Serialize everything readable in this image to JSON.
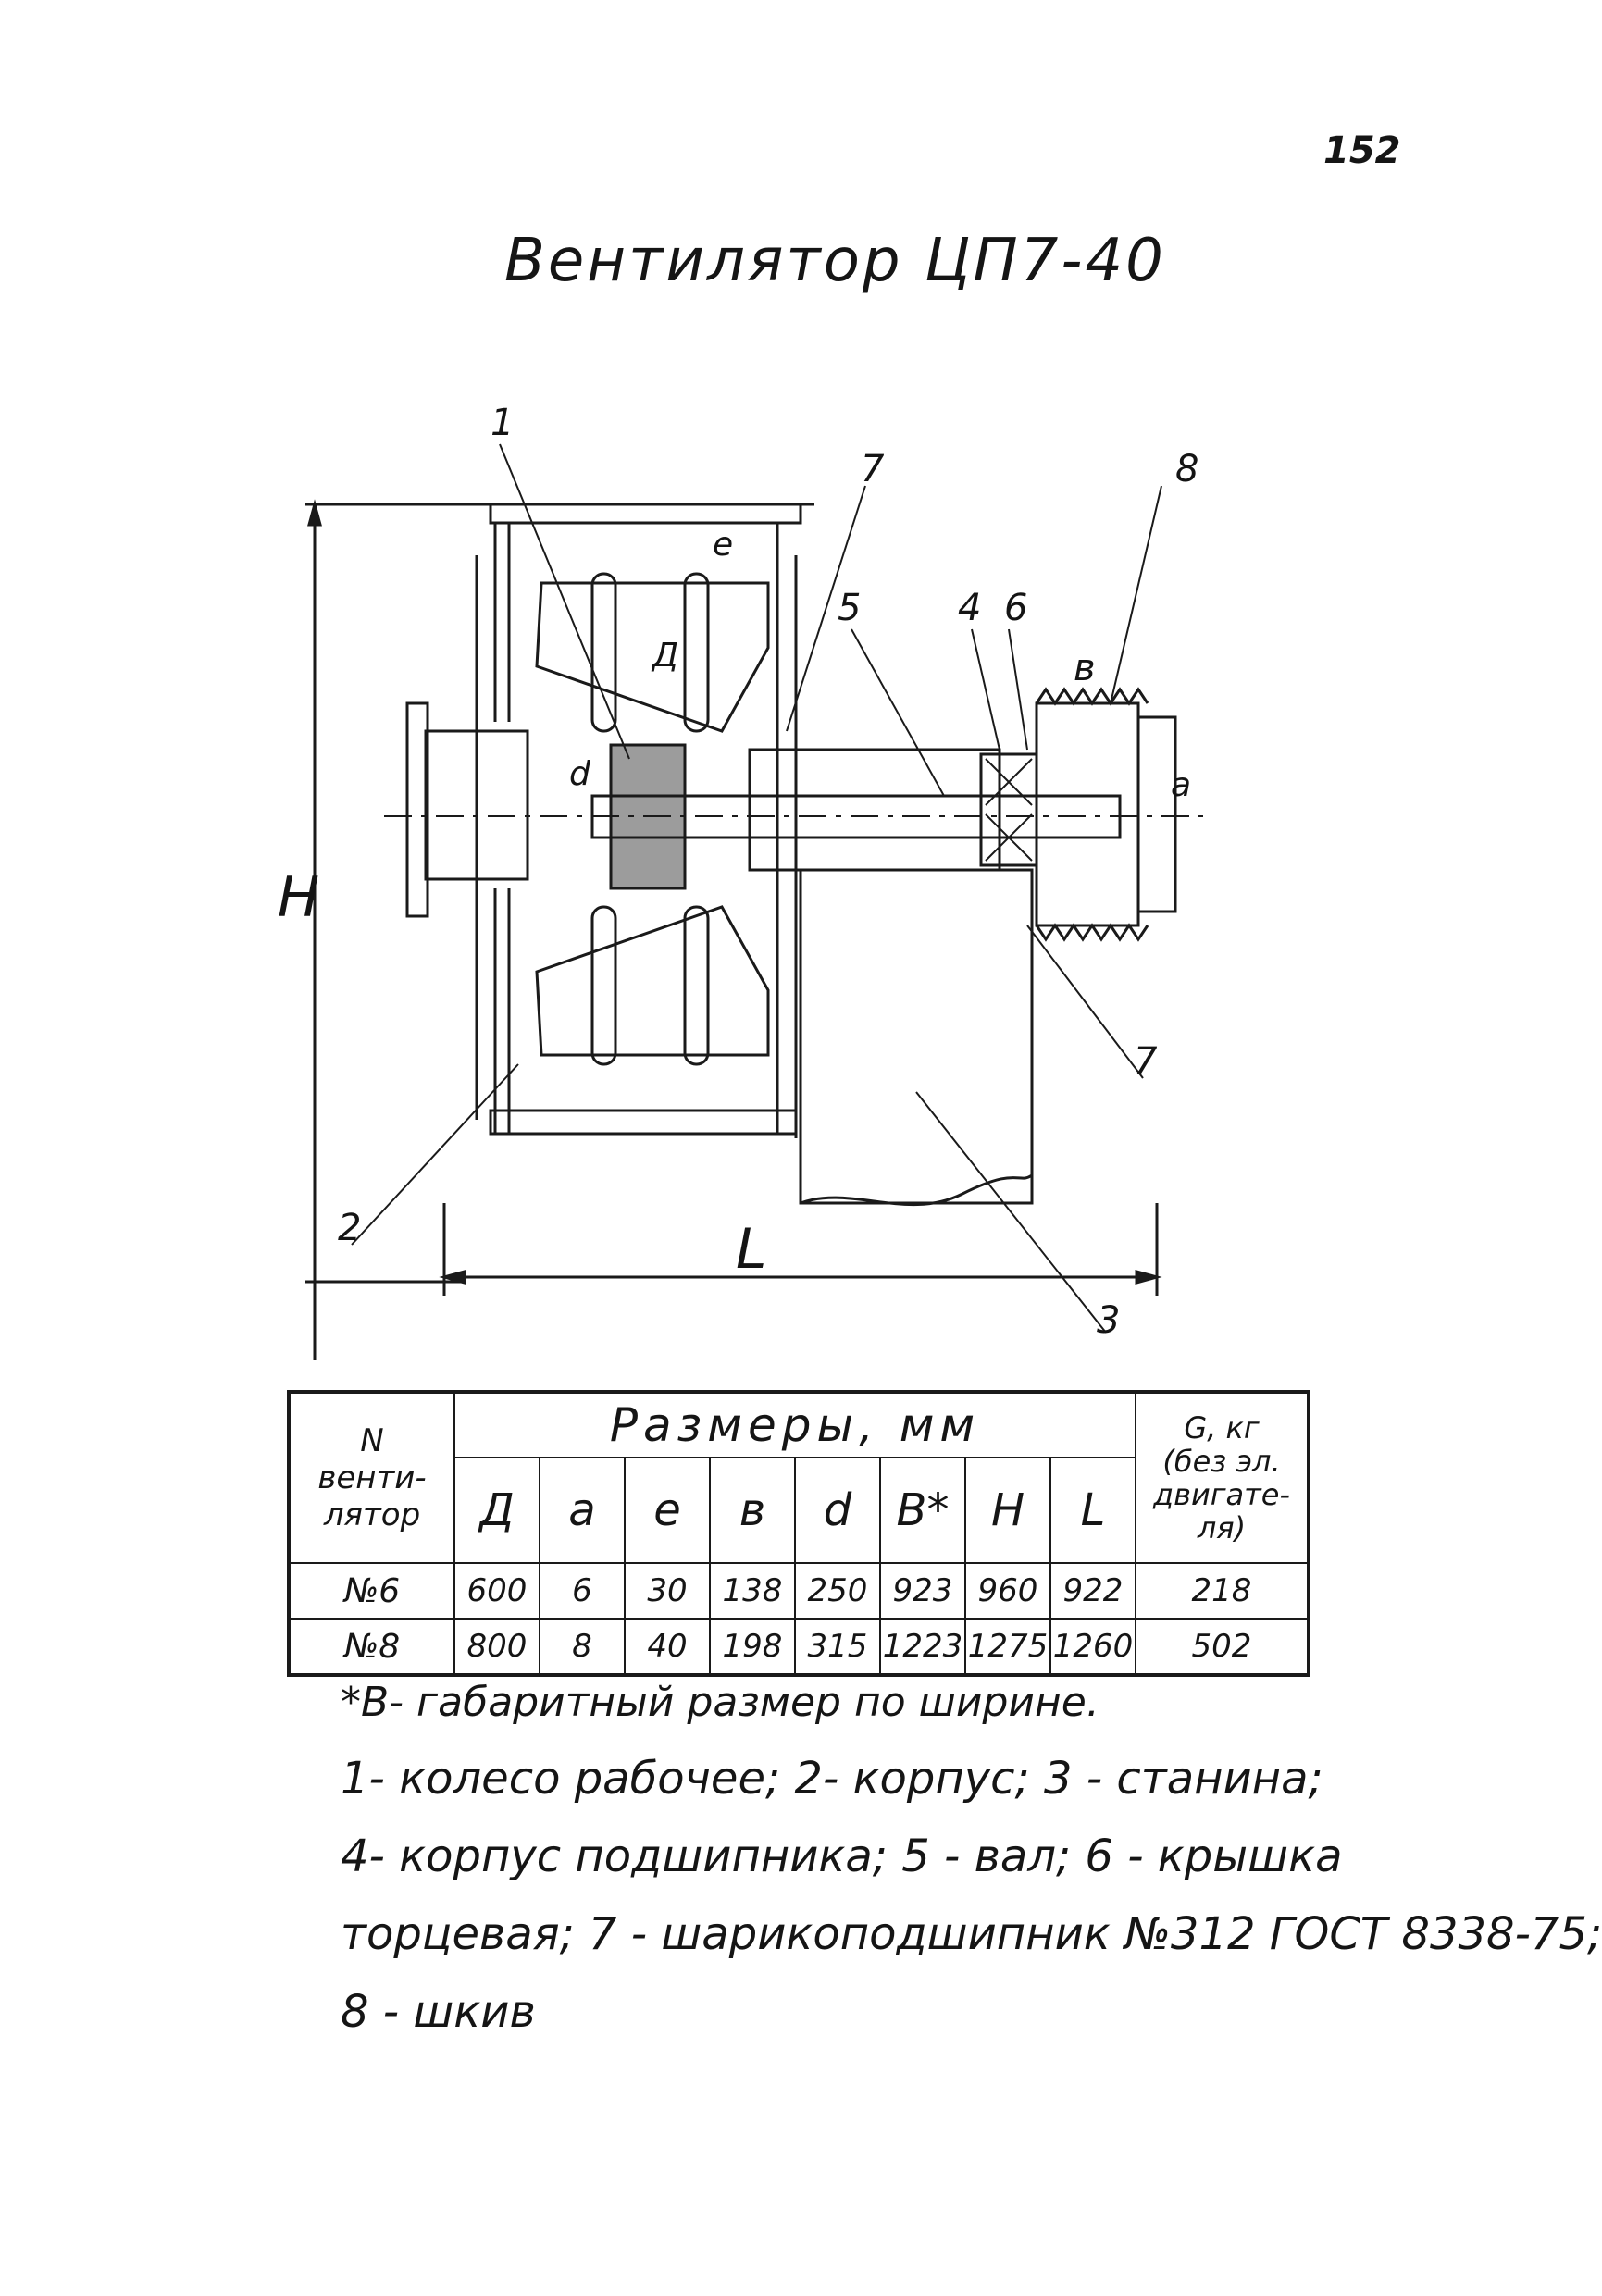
{
  "page": {
    "number": "152"
  },
  "title": "Вентилятор ЦП7-40",
  "drawing": {
    "callouts": [
      "1",
      "7",
      "8",
      "5",
      "4",
      "6",
      "2",
      "3",
      "7"
    ],
    "dimensions": {
      "H": "H",
      "L": "L",
      "e": "e",
      "D": "Д",
      "d": "d",
      "a": "a",
      "b": "в"
    }
  },
  "table": {
    "header_no": "N вентилятор",
    "header_no_lines": [
      "N",
      "венти-",
      "лятор"
    ],
    "header_dims": "Размеры, мм",
    "header_mass": "G, кг (без эл. двигателя)",
    "header_mass_lines": [
      "G, кг",
      "(без эл.",
      "двигате-",
      "ля)"
    ],
    "columns": [
      "Д",
      "a",
      "e",
      "в",
      "d",
      "В*",
      "H",
      "L"
    ],
    "rows": [
      {
        "no": "№6",
        "values": [
          "600",
          "6",
          "30",
          "138",
          "250",
          "923",
          "960",
          "922"
        ],
        "mass": "218"
      },
      {
        "no": "№8",
        "values": [
          "800",
          "8",
          "40",
          "198",
          "315",
          "1223",
          "1275",
          "1260"
        ],
        "mass": "502"
      }
    ]
  },
  "notes": {
    "footnote": "*В- габаритный размер по ширине.",
    "legend": [
      "1- колесо рабочее; 2- корпус; 3 - станина;",
      "4- корпус подшипника; 5 - вал; 6 - крышка",
      "торцевая; 7 - шарикоподшипник №312 ГОСТ 8338-75;",
      "8 - шкив"
    ]
  }
}
